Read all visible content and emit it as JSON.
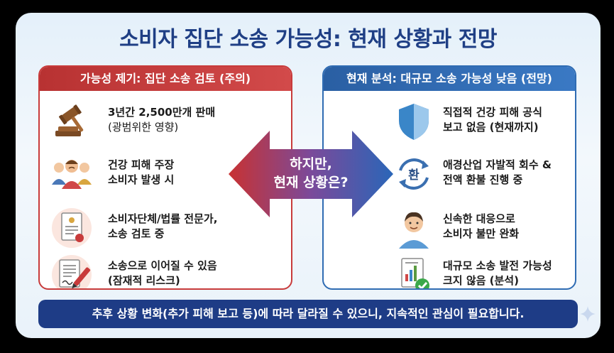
{
  "title": "소비자 집단 소송 가능성: 현재 상황과 전망",
  "left_panel": {
    "header": "가능성 제기: 집단 소송 검토 (주의)",
    "items": [
      {
        "icon": "gavel-icon",
        "line1": "3년간 2,500만개 판매",
        "line2": "(광범위한 영향)"
      },
      {
        "icon": "crowd-icon",
        "line1": "건강 피해 주장",
        "line2": "소비자 발생 시"
      },
      {
        "icon": "legal-document-icon",
        "line1": "소비자단체/법률 전문가,",
        "line2": "소송 검토 중"
      },
      {
        "icon": "document-pen-icon",
        "line1": "소송으로 이어질 수 있음",
        "line2": "(잠재적 리스크)"
      }
    ]
  },
  "right_panel": {
    "header": "현재 분석: 대규모 소송 가능성 낮음 (전망)",
    "items": [
      {
        "icon": "shield-icon",
        "line1": "직접적 건강 피해 공식",
        "line2": "보고 없음 (현재까지)"
      },
      {
        "icon": "refund-cycle-icon",
        "icon_label": "환",
        "line1": "애경산업 자발적 회수 &",
        "line2": "전액 환불 진행 중"
      },
      {
        "icon": "person-icon",
        "line1": "신속한 대응으로",
        "line2": "소비자 불만 완화"
      },
      {
        "icon": "report-check-icon",
        "line1": "대규모 소송 발전 가능성",
        "line2": "크지 않음 (분석)"
      }
    ]
  },
  "center": {
    "line1": "하지만,",
    "line2": "현재 상황은?"
  },
  "footer": "추후 상황 변화(추가 피해 보고 등)에 따라 달라질 수 있으니, 지속적인 관심이 필요합니다.",
  "colors": {
    "left_accent": "#c83b3b",
    "right_accent": "#2f6cb3",
    "title": "#1f3f85",
    "footer_bg": "#1e3c86"
  }
}
